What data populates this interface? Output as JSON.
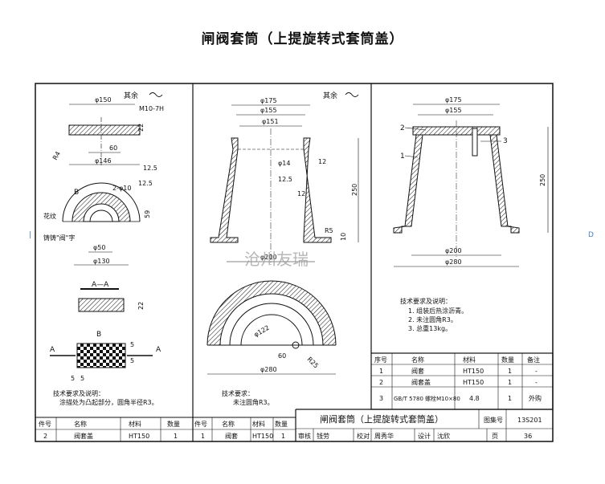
{
  "title": "闸阀套筒（上提旋转式套筒盖）",
  "watermark": "沧州友瑞",
  "edge_marks": {
    "left": "|",
    "right": "D"
  },
  "view1": {
    "rough": "其余",
    "d150": "φ150",
    "thread": "M10-7H",
    "d60": "60",
    "h22": "22",
    "r4": "R4",
    "d146": "φ146",
    "ra": "12.5",
    "b": "B",
    "holes": "2-φ10",
    "ra2": "12.5",
    "h59": "59",
    "huawen": "花纹",
    "zhu": "铸铸\"阀\"字",
    "d50": "φ50",
    "d130": "φ130"
  },
  "section_aa": {
    "label": "A—A",
    "dim": "22"
  },
  "view_b": {
    "label": "B",
    "dims": [
      "5",
      "5",
      "5",
      "5"
    ],
    "a": "A"
  },
  "note_left": {
    "heading": "技术要求及说明：",
    "line1": "涂描处为凸起部分，圆角半径R3。"
  },
  "view2": {
    "rough": "其余",
    "d175": "φ175",
    "d155": "φ155",
    "d151": "φ151",
    "d14": "φ14",
    "ra": "12.5",
    "t12a": "12",
    "t12b": "12",
    "h250": "250",
    "r5": "R5",
    "h10": "10",
    "d200": "φ200",
    "d122": "φ122",
    "d60": "60",
    "r25": "R25",
    "d280": "φ280"
  },
  "note_mid": {
    "heading": "技术要求：",
    "line1": "未注圆角R3。"
  },
  "view3": {
    "c2": "2",
    "c1": "1",
    "c3": "3",
    "d175": "φ175",
    "d155": "φ155",
    "h250": "250",
    "d200": "φ200",
    "d280": "φ280"
  },
  "note_right": {
    "heading": "技术要求及说明：",
    "items": [
      "1. 组装后热涂沥青。",
      "2. 未注圆角R3。",
      "3. 总重13kg。"
    ]
  },
  "parts_table": {
    "headers": [
      "序号",
      "名称",
      "材料",
      "数量",
      "备注"
    ],
    "rows": [
      [
        "1",
        "阀套",
        "HT150",
        "1",
        "-"
      ],
      [
        "2",
        "阀套盖",
        "HT150",
        "1",
        "-"
      ],
      [
        "3",
        "GB/T 5780 螺栓M10×80",
        "4.8",
        "1",
        "外购"
      ]
    ]
  },
  "bottom_left_table": {
    "headers": [
      "件号",
      "名称",
      "材料",
      "数量"
    ],
    "row": [
      "2",
      "阀套盖",
      "HT150",
      "1"
    ]
  },
  "bottom_mid_table": {
    "headers": [
      "件号",
      "名称",
      "材料",
      "数量"
    ],
    "row": [
      "1",
      "阀套",
      "HT150",
      "1"
    ]
  },
  "title_block": {
    "name": "闸阀套筒（上提旋转式套筒盖）",
    "atlas_label": "图集号",
    "atlas_no": "13S201",
    "review": "审核",
    "reviewer": "钱劳",
    "check": "校对",
    "checker": "周秀华",
    "design": "设计",
    "designer": "沈欣",
    "page_label": "页",
    "page_no": "36"
  }
}
